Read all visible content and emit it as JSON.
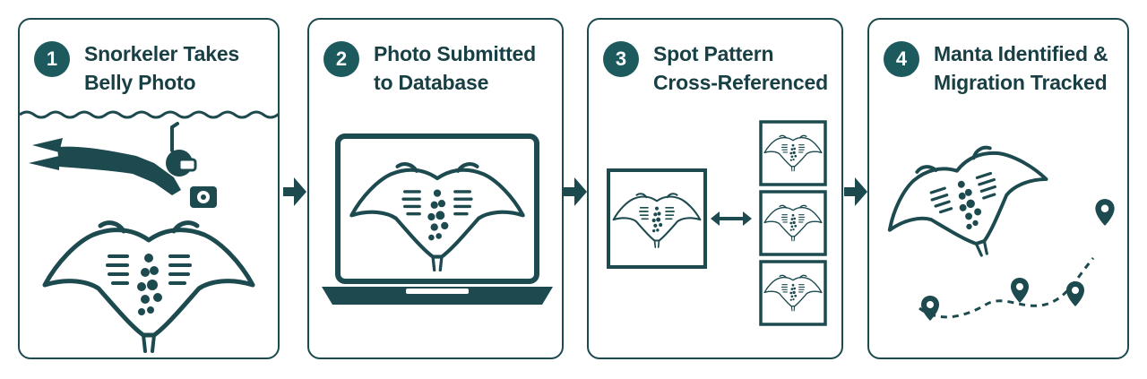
{
  "steps": [
    {
      "number": "1",
      "title_line1": "Snorkeler Takes",
      "title_line2": "Belly Photo"
    },
    {
      "number": "2",
      "title_line1": "Photo Submitted",
      "title_line2": "to Database"
    },
    {
      "number": "3",
      "title_line1": "Spot Pattern",
      "title_line2": "Cross-Referenced"
    },
    {
      "number": "4",
      "title_line1": "Manta Identified &",
      "title_line2": "Migration Tracked"
    }
  ],
  "icons": {
    "step1": [
      "snorkeler-icon",
      "camera-icon",
      "manta-ray-icon",
      "water-wave-icon"
    ],
    "step2": [
      "laptop-icon",
      "manta-ray-icon"
    ],
    "step3": [
      "manta-belly-icon",
      "double-arrow-icon",
      "manta-match-thumbnail-icon"
    ],
    "step4": [
      "manta-ray-icon",
      "location-pin-icon",
      "dashed-route-icon"
    ],
    "connector": "arrow-right-icon"
  },
  "colors": {
    "primary": "#1c4a4f",
    "badge": "#1c5a5e",
    "text": "#173f44",
    "background": "#ffffff"
  }
}
